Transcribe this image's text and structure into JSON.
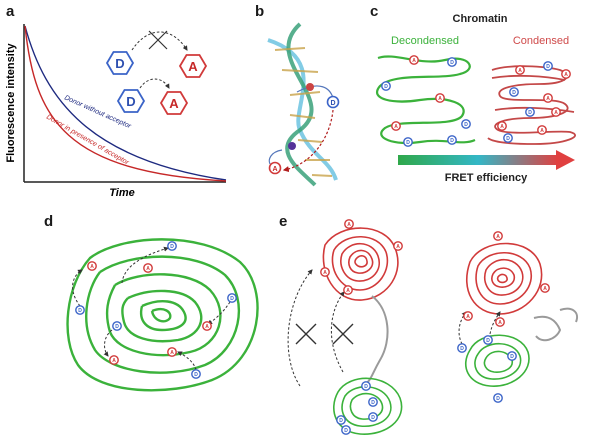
{
  "panels": {
    "a": {
      "letter": "a",
      "ylabel": "Fluorescence intensity",
      "xlabel": "Time",
      "curve_without": "Donor without acceptor",
      "curve_with": "Donor in presence of acceptor",
      "donor": "D",
      "acceptor": "A"
    },
    "b": {
      "letter": "b",
      "donor": "D",
      "acceptor": "A"
    },
    "c": {
      "letter": "c",
      "title": "Chromatin",
      "decondensed": "Decondensed",
      "condensed": "Condensed",
      "fret": "FRET efficiency",
      "donor": "D",
      "acceptor": "A"
    },
    "d": {
      "letter": "d",
      "donor": "D",
      "acceptor": "A"
    },
    "e": {
      "letter": "e",
      "donor": "D",
      "acceptor": "A"
    }
  },
  "colors": {
    "donor": "#3b64c8",
    "acceptor": "#d13a3a",
    "green": "#3bb23b",
    "red": "#cf4a4a",
    "navy": "#1e2a80",
    "gray": "#9a9a9a"
  }
}
